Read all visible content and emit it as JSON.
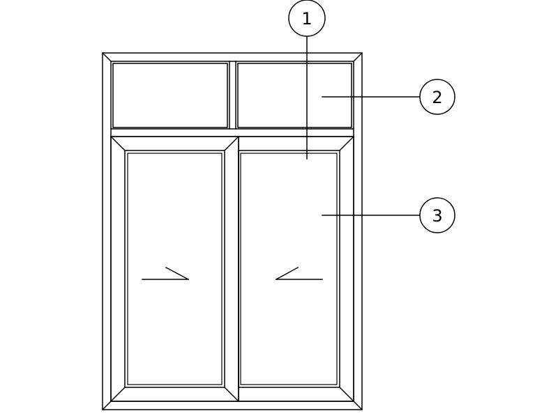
{
  "callouts": [
    {
      "number": "1",
      "part": "frame-mullion"
    },
    {
      "number": "2",
      "part": "transom-light-glazing"
    },
    {
      "number": "3",
      "part": "sliding-sash-glazing"
    }
  ],
  "colors": {
    "line": "#000000",
    "background": "#ffffff"
  },
  "icons": [
    "sliding-direction-arrow-right-icon",
    "sliding-direction-arrow-left-icon"
  ]
}
